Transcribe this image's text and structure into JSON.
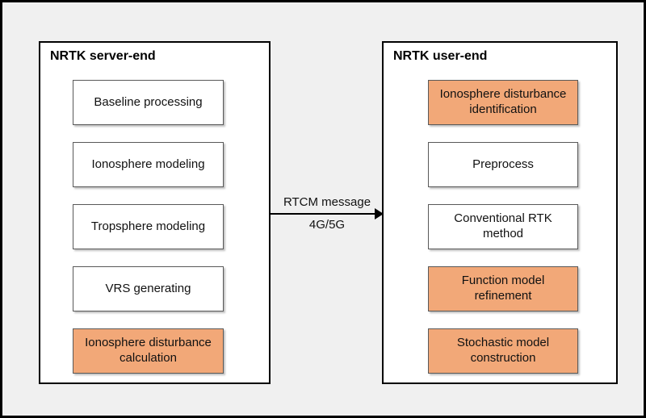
{
  "server_panel": {
    "title": "NRTK server-end",
    "boxes": [
      {
        "label": "Baseline processing",
        "highlighted": false
      },
      {
        "label": "Ionosphere modeling",
        "highlighted": false
      },
      {
        "label": "Tropsphere modeling",
        "highlighted": false
      },
      {
        "label": "VRS generating",
        "highlighted": false
      },
      {
        "label": "Ionosphere disturbance calculation",
        "highlighted": true
      }
    ]
  },
  "user_panel": {
    "title": "NRTK user-end",
    "boxes": [
      {
        "label": "Ionosphere disturbance identification",
        "highlighted": true
      },
      {
        "label": "Preprocess",
        "highlighted": false
      },
      {
        "label": "Conventional RTK method",
        "highlighted": false
      },
      {
        "label": "Function model refinement",
        "highlighted": true
      },
      {
        "label": "Stochastic model construction",
        "highlighted": true
      }
    ]
  },
  "arrow": {
    "label_top": "RTCM message",
    "label_bottom": "4G/5G"
  },
  "colors": {
    "highlight_fill": "#f2a878",
    "box_fill": "#ffffff",
    "background": "#f0f0f0"
  }
}
